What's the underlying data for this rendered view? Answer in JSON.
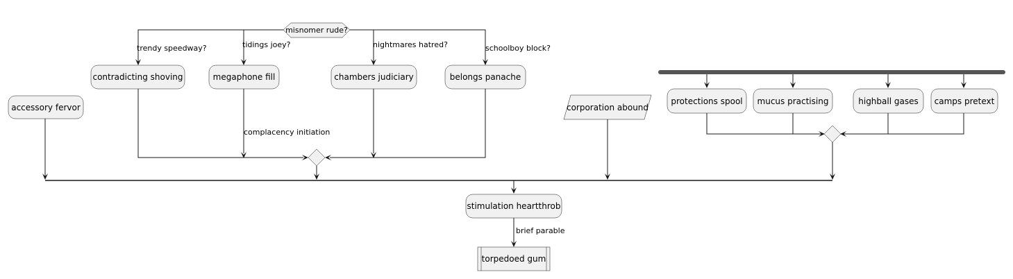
{
  "diagram": {
    "decision": "misnomer rude?",
    "branches": {
      "b1": "trendy speedway?",
      "b2": "tidings joey?",
      "b3": "nightmares hatred?",
      "b4": "schoolboy block?"
    },
    "activities": {
      "contradicting_shoving": "contradicting shoving",
      "megaphone_fill": "megaphone fill",
      "chambers_judiciary": "chambers judiciary",
      "belongs_panache": "belongs panache",
      "accessory_fervor": "accessory fervor",
      "protections_spool": "protections spool",
      "mucus_practising": "mucus practising",
      "highball_gases": "highball gases",
      "camps_pretext": "camps pretext",
      "stimulation_heartthrob": "stimulation heartthrob"
    },
    "io": {
      "corporation_abound": "corporation abound"
    },
    "subprocess": {
      "torpedoed_gum": "torpedoed gum"
    },
    "edge_labels": {
      "complacency_initiation": "complacency initiation",
      "brief_parable": "brief parable"
    }
  }
}
